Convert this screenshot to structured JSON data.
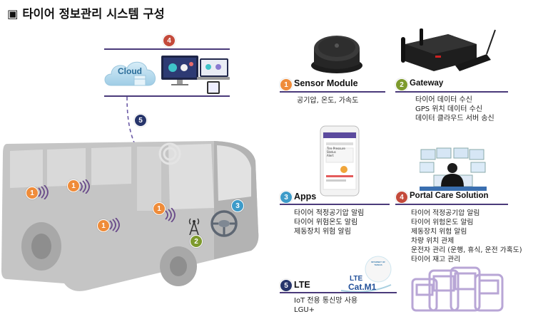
{
  "page_title": "▣ 타이어 정보관리 시스템 구성",
  "cloud": {
    "label": "Cloud",
    "badge": "4"
  },
  "link_badge": "5",
  "bus_badges": {
    "sensor": "1",
    "gateway": "2",
    "apps": "3"
  },
  "sections": [
    {
      "badge": "1",
      "title": "Sensor Module",
      "lines": [
        "공기압, 온도, 가속도"
      ]
    },
    {
      "badge": "2",
      "title": "Gateway",
      "lines": [
        "타이어 데이터 수신",
        "GPS 위치 데이터 수신",
        "데이터 클라우드 서버 송신"
      ]
    },
    {
      "badge": "3",
      "title": "Apps",
      "lines": [
        "타이어 적정공기압 알림",
        "타이어 위험온도 알림",
        "제동장치 위험 알림"
      ]
    },
    {
      "badge": "4",
      "title": "Portal Care Solution",
      "lines": [
        "타이어 적정공기압 알림",
        "타이어 위험온도 알림",
        "제동장치 위험 알림",
        "차량 위치 관제",
        "운전자 관리 (운행, 휴식, 운전 가혹도)",
        "타이어 재고 관리"
      ]
    },
    {
      "badge": "5",
      "title": "LTE",
      "lines": [
        "IoT 전용 통신망 사용",
        "LGU+"
      ]
    }
  ],
  "lte_logo": {
    "line1": "LTE",
    "line2": "Cat.M1",
    "ring": "INTERNET OF THINGS"
  },
  "phone_text": [
    "Tire Pressure",
    "Status",
    "Alert"
  ],
  "colors": {
    "accent": "#4a3a7a",
    "orange": "#ef8c3a",
    "olive": "#7d9a2d",
    "blue": "#3d9bc9",
    "red": "#c44a3b",
    "navy": "#27356b",
    "bus": "#bdbdbd"
  }
}
